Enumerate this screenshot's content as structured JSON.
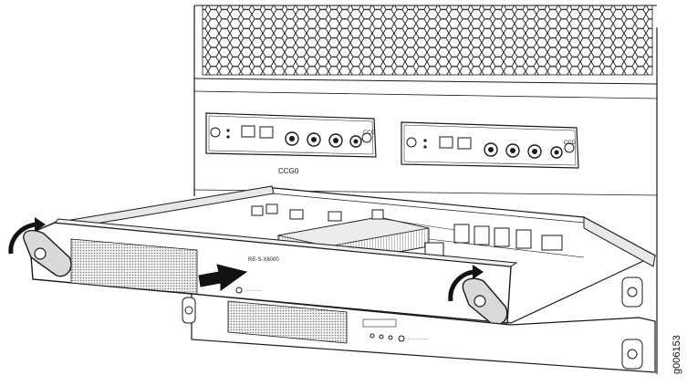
{
  "figure_id": "g006153",
  "chassis": {
    "module_left_label": "CCG0",
    "module_left_tag": "CCG",
    "module_right_tag": "CCG"
  },
  "card": {
    "label": "RE-S-X6000"
  },
  "colors": {
    "line": "#1a1a1a",
    "fill": "#ffffff",
    "grille": "#8a8a8a",
    "arrow": "#111111",
    "shade": "#d9d9d9"
  },
  "icons": [
    "ejector-handle-icon",
    "rotate-arrow-icon",
    "insert-arrow-icon"
  ]
}
